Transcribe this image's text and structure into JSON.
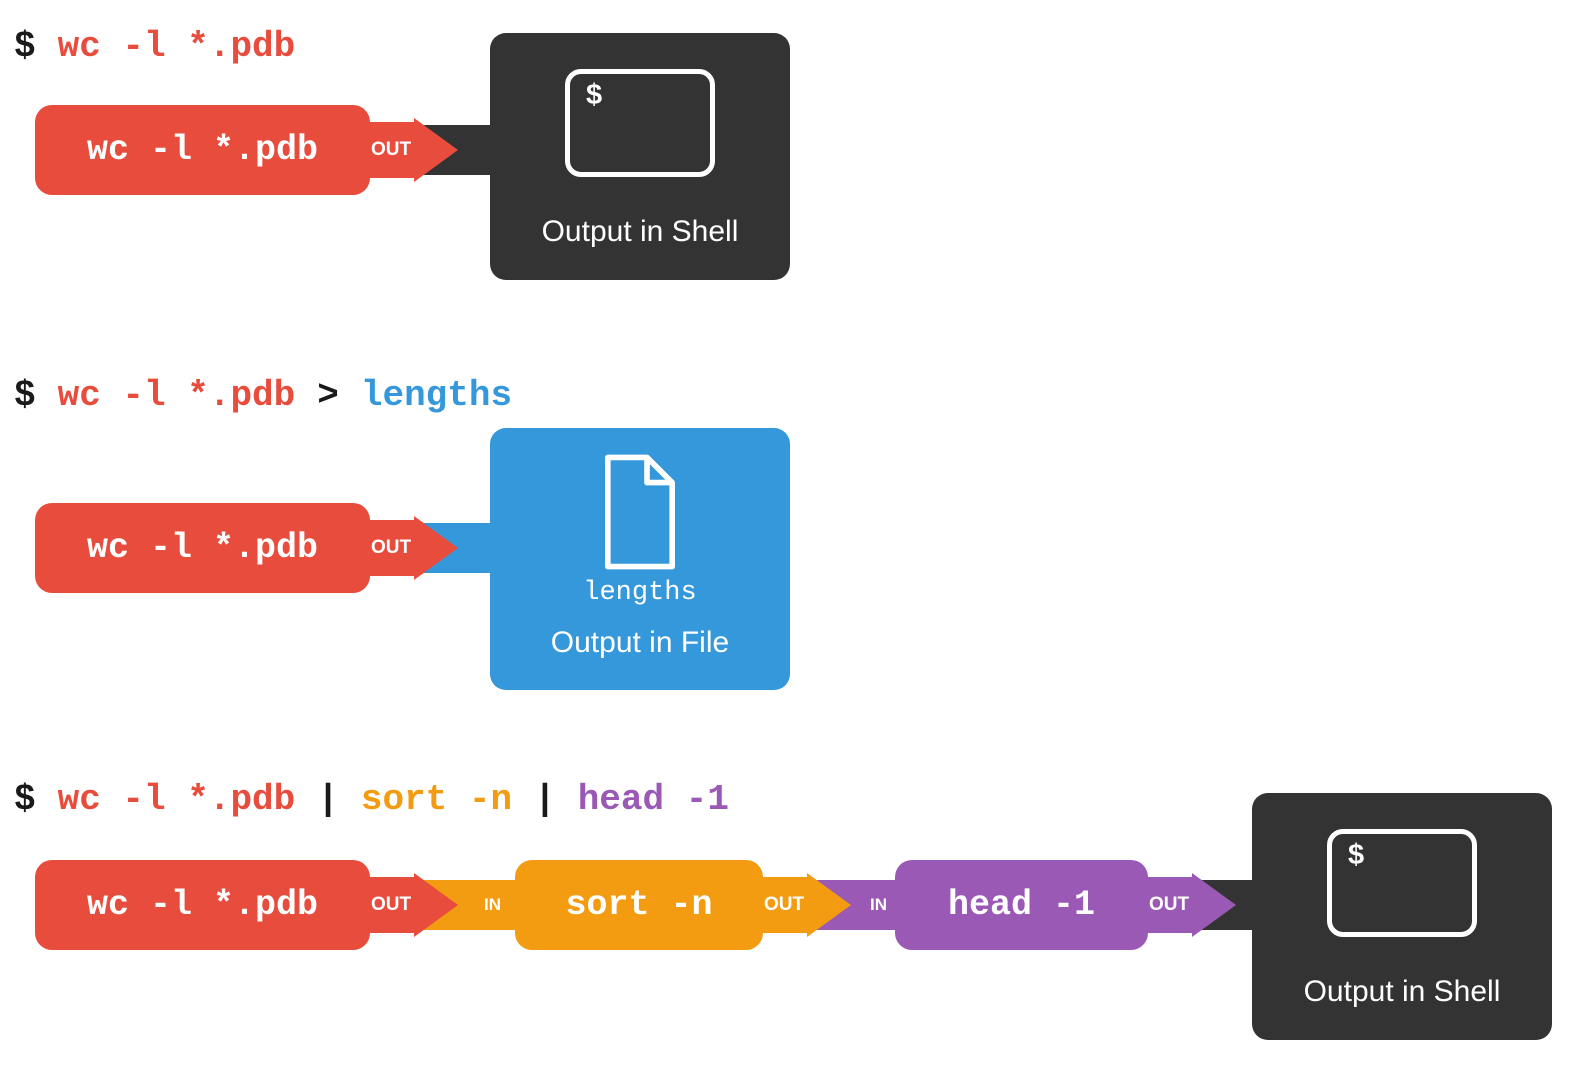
{
  "palette": {
    "red": "#e74c3c",
    "orange": "#f39c12",
    "purple": "#9b59b6",
    "blue": "#3498db",
    "dark": "#333333",
    "background": "#ffffff"
  },
  "sections": [
    {
      "command_line": {
        "full_text": "$ wc -l *.pdb",
        "tokens": [
          {
            "text": "$",
            "color": "black"
          },
          {
            "text": "wc -l *.pdb",
            "color": "red"
          }
        ]
      },
      "pipeline": {
        "out_label": "OUT",
        "commands": [
          {
            "label": "wc -l *.pdb",
            "color": "red"
          }
        ]
      },
      "sink": {
        "kind": "shell",
        "terminal_prompt": "$",
        "caption": "Output in Shell"
      }
    },
    {
      "command_line": {
        "full_text": "$ wc -l *.pdb > lengths",
        "tokens": [
          {
            "text": "$",
            "color": "black"
          },
          {
            "text": "wc -l *.pdb",
            "color": "red"
          },
          {
            "text": ">",
            "color": "black"
          },
          {
            "text": "lengths",
            "color": "blue"
          }
        ]
      },
      "pipeline": {
        "out_label": "OUT",
        "commands": [
          {
            "label": "wc -l *.pdb",
            "color": "red"
          }
        ]
      },
      "sink": {
        "kind": "file",
        "filename": "lengths",
        "caption": "Output in File"
      }
    },
    {
      "command_line": {
        "full_text": "$ wc -l *.pdb | sort -n | head -1",
        "tokens": [
          {
            "text": "$",
            "color": "black"
          },
          {
            "text": "wc -l *.pdb",
            "color": "red"
          },
          {
            "text": "|",
            "color": "black"
          },
          {
            "text": "sort -n",
            "color": "orange"
          },
          {
            "text": "|",
            "color": "black"
          },
          {
            "text": "head -1",
            "color": "purple"
          }
        ]
      },
      "pipeline": {
        "out_label": "OUT",
        "in_label": "IN",
        "commands": [
          {
            "label": "wc -l *.pdb",
            "color": "red"
          },
          {
            "label": "sort -n",
            "color": "orange"
          },
          {
            "label": "head -1",
            "color": "purple"
          }
        ]
      },
      "sink": {
        "kind": "shell",
        "terminal_prompt": "$",
        "caption": "Output in Shell"
      }
    }
  ]
}
